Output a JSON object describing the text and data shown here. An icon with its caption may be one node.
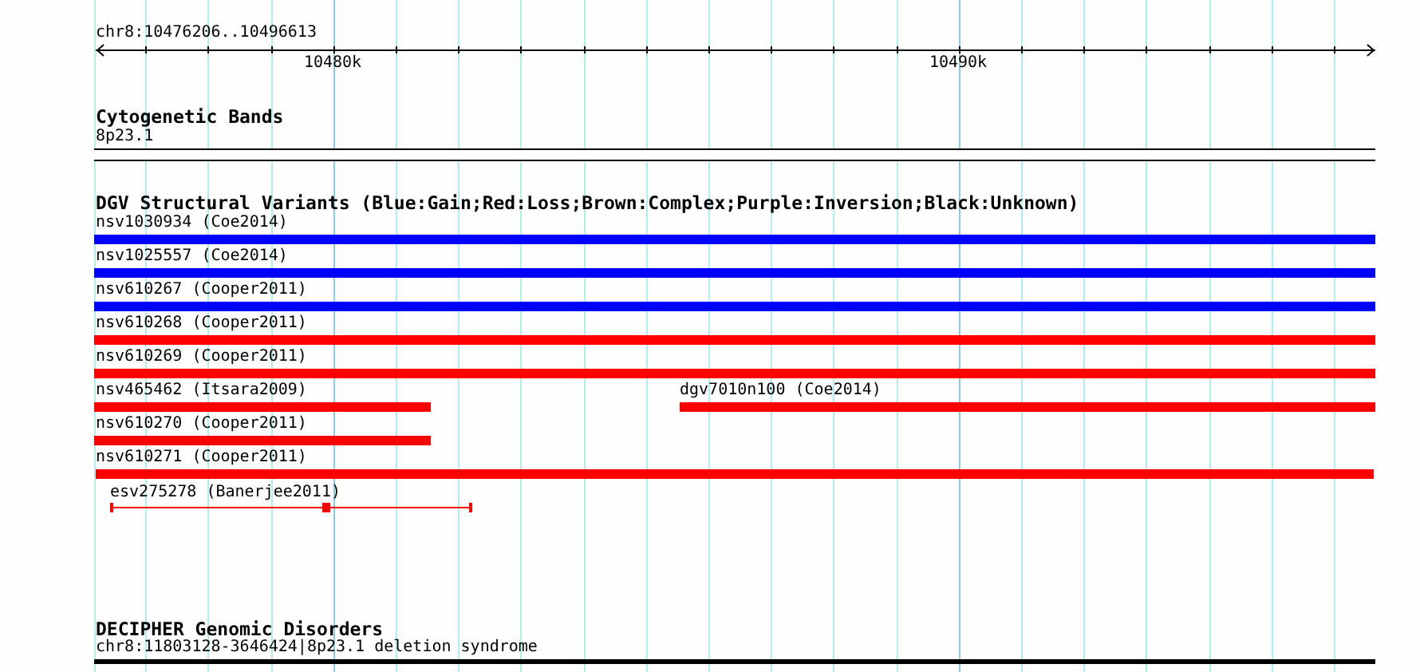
{
  "diagram": {
    "nodes": [
      {
        "text": [
          "8p23.1"
        ]
      },
      {
        "text": [
          "nsv1030934 (Coe2014)"
        ]
      },
      {
        "text": [
          "nsv1025557 (Coe2014)"
        ]
      },
      {
        "text": [
          "nsv610267 (Cooper2011)"
        ]
      },
      {
        "text": [
          "nsv610268 (Cooper2011)"
        ]
      },
      {
        "text": [
          "nsv610269 (Cooper2011)"
        ]
      },
      {
        "text": [
          "nsv465462 (Itsara2009)"
        ]
      },
      {
        "text": [
          "dgv7010n100 (Coe2014)"
        ]
      },
      {
        "text": [
          "nsv610270 (Cooper2011)"
        ]
      },
      {
        "text": [
          "nsv610271 (Cooper2011)"
        ]
      },
      {
        "text": [
          "esv275278 (Banerjee2011)"
        ]
      },
      {
        "text": [
          "chr8:11803128-3646424|8p23.1 deletion syndrome"
        ]
      }
    ],
    "labels": [
      "chr8:10476206..10496613",
      "10480k",
      "10490k",
      "Cytogenetic Bands",
      "DGV Structural Variants (Blue:Gain;Red:Loss;Brown:Complex;Purple:Inversion;Black:Unknown)",
      "DECIPHER Genomic Disorders"
    ]
  }
}
